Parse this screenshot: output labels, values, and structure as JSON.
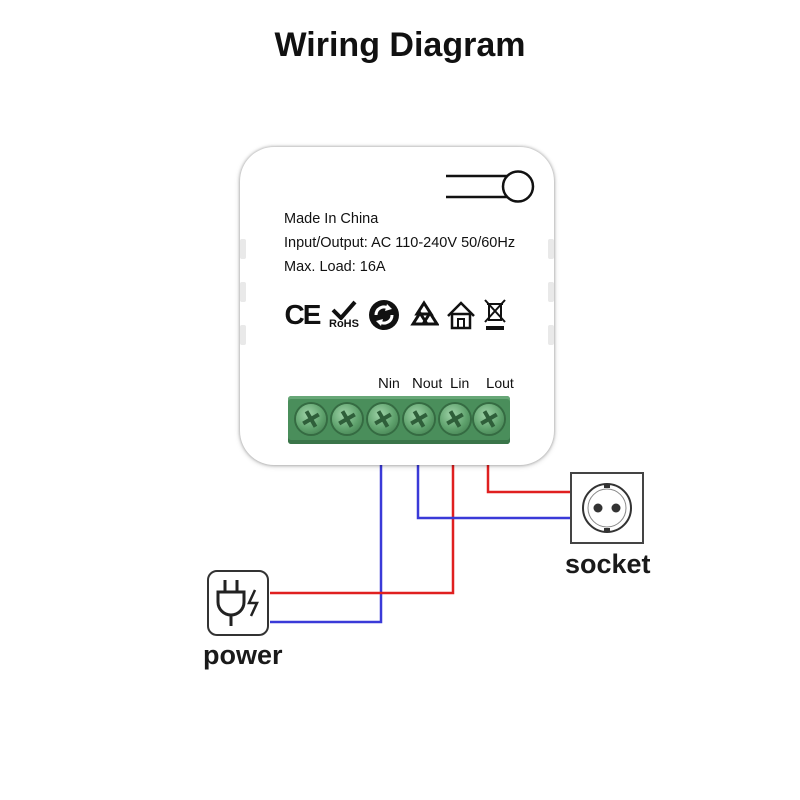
{
  "title": "Wiring Diagram",
  "device": {
    "specs": {
      "origin": "Made In China",
      "io": "Input/Output: AC 110-240V 50/60Hz",
      "load": "Max. Load: 16A"
    },
    "cert_marks": {
      "ce": "CE",
      "rohs": "RoHS",
      "icons": [
        "ce-mark",
        "rohs-checkmark-icon",
        "green-dot-recycle-icon",
        "recycle-icon",
        "house-icon",
        "weee-crossed-bin-icon"
      ]
    },
    "terminals": {
      "n_in": {
        "main": "N",
        "sub": "in"
      },
      "n_out": {
        "main": "N",
        "sub": "out"
      },
      "l_in": {
        "main": "L",
        "sub": "in"
      },
      "l_out": {
        "main": "L",
        "sub": "out"
      }
    },
    "button_icon": "button-icon"
  },
  "socket_label": "socket",
  "power_label": "power",
  "icons": {
    "socket": "schuko-socket-icon",
    "power": "power-plug-icon"
  },
  "colors": {
    "live_wire": "#e02020",
    "neutral_wire": "#3a3ad8",
    "terminal_green": "#4a8e5b"
  }
}
